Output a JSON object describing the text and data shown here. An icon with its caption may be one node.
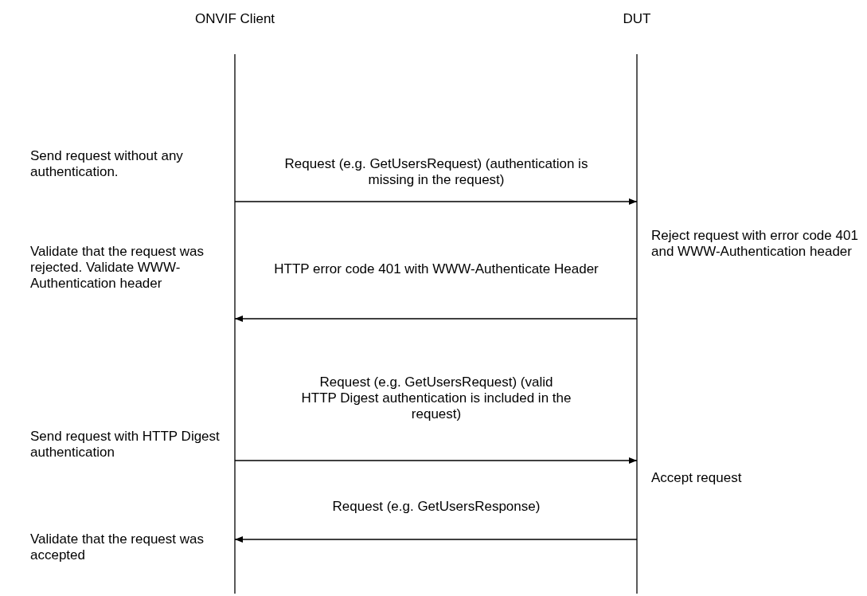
{
  "diagram": {
    "nodes": [
      {
        "text": [
          "ONVIF Client"
        ]
      },
      {
        "text": [
          "DUT"
        ]
      }
    ],
    "edges": [
      {
        "from": 0,
        "to": 1,
        "arrow": "to",
        "label": "Request (e.g. GetUsersRequest) (authentication is missing in the request)"
      },
      {
        "from": 1,
        "to": 0,
        "arrow": "to",
        "label": "HTTP error code 401 with WWW-Authenticate Header"
      },
      {
        "from": 0,
        "to": 1,
        "arrow": "to",
        "label": "Request (e.g. GetUsersRequest) (valid HTTP Digest authentication is included in the request)"
      },
      {
        "from": 1,
        "to": 0,
        "arrow": "to",
        "label": "Request (e.g. GetUsersResponse)"
      }
    ],
    "labels": [
      "Send request without any authentication.",
      "Reject request with error code 401 and WWW-Authentication header",
      "Validate that the request was rejected. Validate WWW-Authentication header",
      "Send request with HTTP Digest authentication",
      "Accept request",
      "Validate that the request was accepted"
    ]
  }
}
